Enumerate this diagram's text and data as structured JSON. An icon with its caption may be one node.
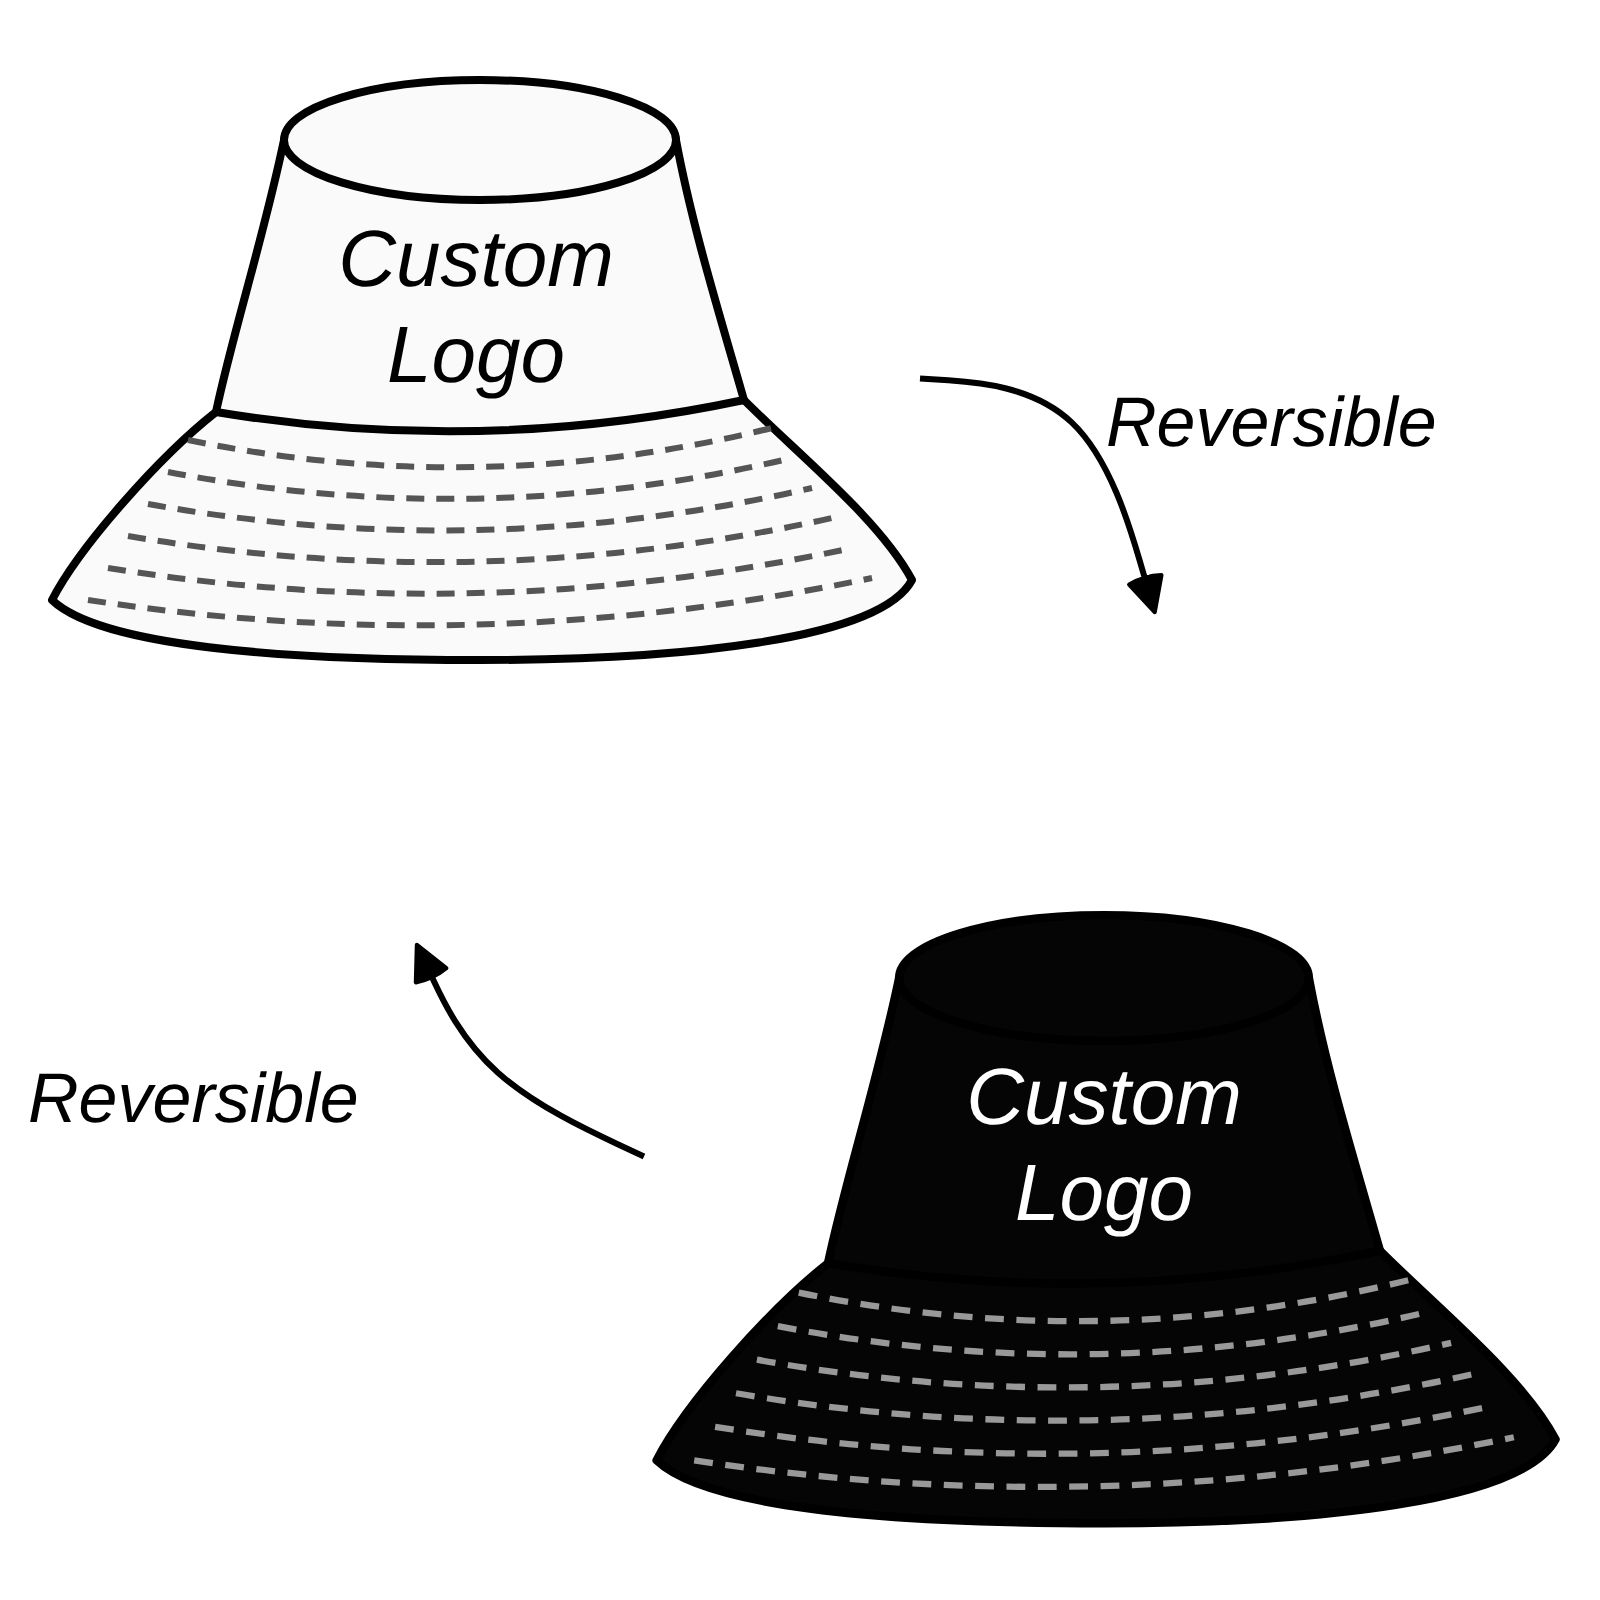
{
  "diagram": {
    "nodes": [
      {
        "text": [
          "Custom Logo"
        ]
      },
      {
        "text": [
          "Custom Logo"
        ]
      }
    ],
    "edges": [
      {
        "from": 0,
        "to": null,
        "arrow": "to",
        "label": "Reversible"
      },
      {
        "from": 1,
        "to": null,
        "arrow": "to",
        "label": "Reversible"
      }
    ]
  }
}
